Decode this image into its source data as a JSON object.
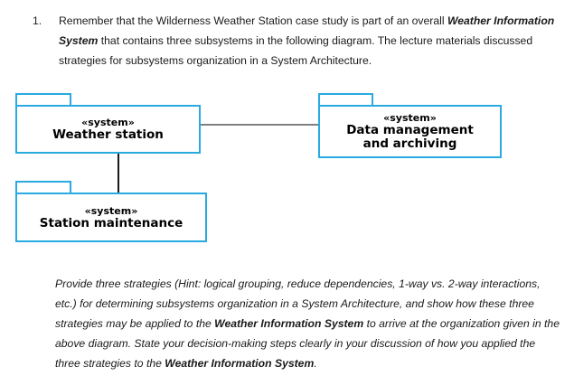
{
  "question": {
    "marker": "1.",
    "text_part1": "Remember that the Wilderness Weather Station case study is part of an overall ",
    "emphasis1": "Weather Information System",
    "text_part2": " that contains three subsystems in the following diagram. The lecture materials discussed strategies for subsystems organization in a System Architecture."
  },
  "diagram": {
    "type": "uml-package-diagram",
    "border_color": "#29ABE2",
    "packages": [
      {
        "id": "weather-station",
        "stereotype": "«system»",
        "name": "Weather station"
      },
      {
        "id": "data-management",
        "stereotype": "«system»",
        "name_line1": "Data management",
        "name_line2": "and archiving"
      },
      {
        "id": "station-maintenance",
        "stereotype": "«system»",
        "name": "Station maintenance"
      }
    ],
    "connections": [
      {
        "from": "weather-station",
        "to": "data-management",
        "orientation": "horizontal",
        "color": "#808080"
      },
      {
        "from": "weather-station",
        "to": "station-maintenance",
        "orientation": "vertical",
        "color": "#1a1a1a"
      }
    ]
  },
  "instructions": {
    "part1": "Provide three strategies (Hint: logical grouping, reduce dependencies, 1-way vs. 2-way interactions, etc.)  for determining subsystems organization in a System Architecture, and show how these three strategies may be applied to the ",
    "emphasis1": "Weather Information System",
    "part2": " to arrive at the organization given in the above diagram. State your decision-making steps clearly in your discussion of how you applied the three strategies to the ",
    "emphasis2": "Weather Information System",
    "part3": "."
  }
}
